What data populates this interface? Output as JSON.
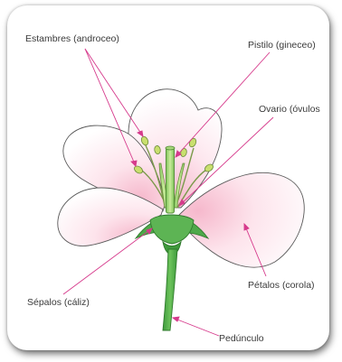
{
  "labels": {
    "stamens": "Estambres (androceo)",
    "pistil": "Pistilo (gineceo)",
    "ovary": "Ovario (óvulos",
    "petals": "Pétalos (corola)",
    "sepals": "Sépalos (cáliz)",
    "peduncle": "Pedúnculo"
  },
  "colors": {
    "petal_fill": "#fbe6ec",
    "petal_stroke": "#5a5a5a",
    "pointer": "#d63a8c",
    "green": "#4ea94a",
    "green_light": "#9fd07a",
    "anther": "#c9df6e"
  }
}
